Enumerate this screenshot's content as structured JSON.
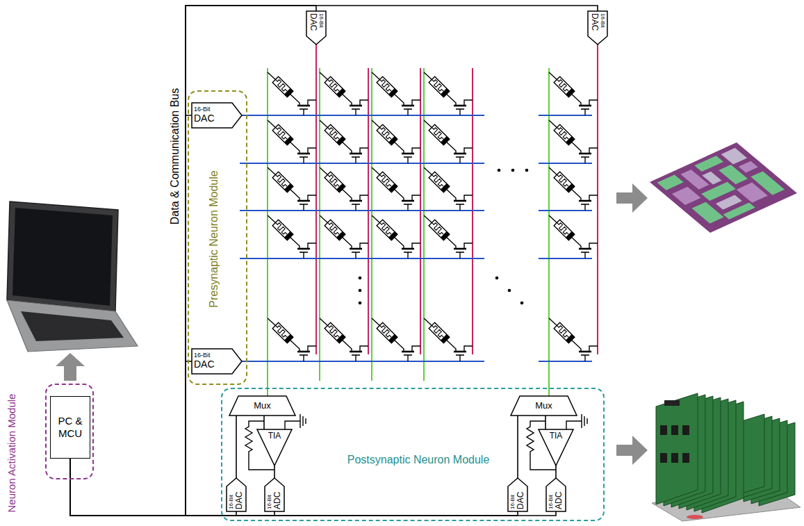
{
  "diagram": {
    "nodes": [
      {
        "text": [
          "16-Bit",
          "DAC"
        ]
      },
      {
        "text": [
          "16-Bit",
          "DAC"
        ]
      },
      {
        "text": [
          "Presynaptic Neuron Module"
        ]
      },
      {
        "text": [
          "16-Bit",
          "DAC"
        ],
        "in": 2
      },
      {
        "text": [
          "16-Bit",
          "DAC"
        ],
        "in": 2
      },
      {
        "text": [
          "Neuron Activation Module"
        ]
      },
      {
        "text": [
          "PC & MCU"
        ],
        "in": 5
      },
      {
        "text": [
          "Postsynaptic Neuron Module"
        ]
      },
      {
        "text": [
          "Mux"
        ],
        "in": 7
      },
      {
        "text": [
          "TIA"
        ],
        "in": 7
      },
      {
        "text": [
          "16-Bit",
          "DAC"
        ],
        "in": 7
      },
      {
        "text": [
          "16-Bit",
          "ADC"
        ],
        "in": 7
      },
      {
        "text": [
          "Mux"
        ],
        "in": 7
      },
      {
        "text": [
          "TIA"
        ],
        "in": 7
      },
      {
        "text": [
          "16-Bit",
          "DAC"
        ],
        "in": 7
      },
      {
        "text": [
          "16-Bit",
          "ADC"
        ],
        "in": 7
      }
    ],
    "edges": [
      {
        "from": 6,
        "to": 0,
        "arrow": "none"
      },
      {
        "from": 6,
        "to": 1,
        "arrow": "none"
      },
      {
        "from": 6,
        "to": 3,
        "arrow": "none"
      },
      {
        "from": 6,
        "to": 4,
        "arrow": "none"
      },
      {
        "from": 6,
        "to": 10,
        "arrow": "none"
      },
      {
        "from": 6,
        "to": 11,
        "arrow": "none"
      },
      {
        "from": 6,
        "to": 14,
        "arrow": "none"
      },
      {
        "from": 6,
        "to": 15,
        "arrow": "none"
      },
      {
        "from": 10,
        "to": 8,
        "arrow": "none"
      },
      {
        "from": 8,
        "to": 9,
        "arrow": "none"
      },
      {
        "from": 9,
        "to": 11,
        "arrow": "none"
      },
      {
        "from": 14,
        "to": 12,
        "arrow": "none"
      },
      {
        "from": 12,
        "to": 13,
        "arrow": "none"
      },
      {
        "from": 13,
        "to": 15,
        "arrow": "none"
      }
    ],
    "labels": [
      "Data & Communication Bus"
    ]
  }
}
